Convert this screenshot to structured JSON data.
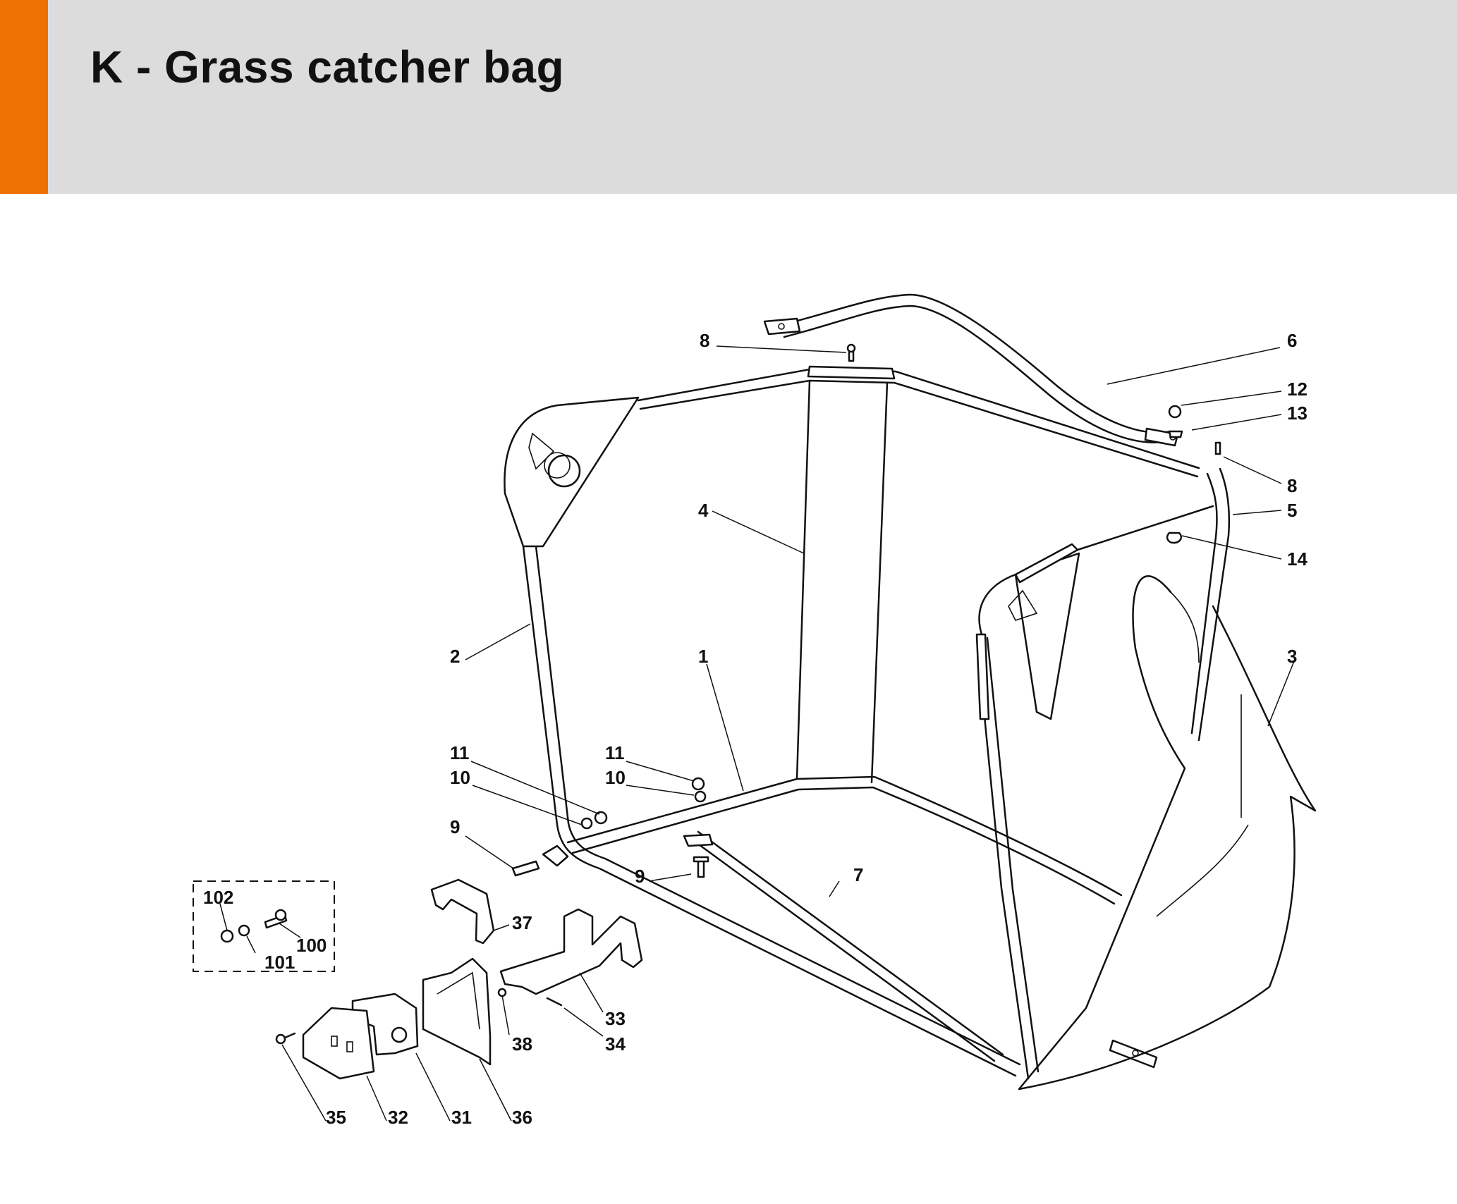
{
  "title": "K - Grass catcher bag",
  "colors": {
    "accent": "#ee7203",
    "header_bg": "#dcdcdc",
    "line": "#111111"
  },
  "callouts": [
    {
      "id": "c8a",
      "label": "8"
    },
    {
      "id": "c6",
      "label": "6"
    },
    {
      "id": "c12",
      "label": "12"
    },
    {
      "id": "c13",
      "label": "13"
    },
    {
      "id": "c8b",
      "label": "8"
    },
    {
      "id": "c4",
      "label": "4"
    },
    {
      "id": "c5",
      "label": "5"
    },
    {
      "id": "c14",
      "label": "14"
    },
    {
      "id": "c2",
      "label": "2"
    },
    {
      "id": "c1",
      "label": "1"
    },
    {
      "id": "c3",
      "label": "3"
    },
    {
      "id": "c11a",
      "label": "11"
    },
    {
      "id": "c10a",
      "label": "10"
    },
    {
      "id": "c11b",
      "label": "11"
    },
    {
      "id": "c10b",
      "label": "10"
    },
    {
      "id": "c9a",
      "label": "9"
    },
    {
      "id": "c9b",
      "label": "9"
    },
    {
      "id": "c7",
      "label": "7"
    },
    {
      "id": "c102",
      "label": "102"
    },
    {
      "id": "c100",
      "label": "100"
    },
    {
      "id": "c101",
      "label": "101"
    },
    {
      "id": "c37",
      "label": "37"
    },
    {
      "id": "c33",
      "label": "33"
    },
    {
      "id": "c34",
      "label": "34"
    },
    {
      "id": "c38",
      "label": "38"
    },
    {
      "id": "c35",
      "label": "35"
    },
    {
      "id": "c32",
      "label": "32"
    },
    {
      "id": "c31",
      "label": "31"
    },
    {
      "id": "c36",
      "label": "36"
    }
  ]
}
